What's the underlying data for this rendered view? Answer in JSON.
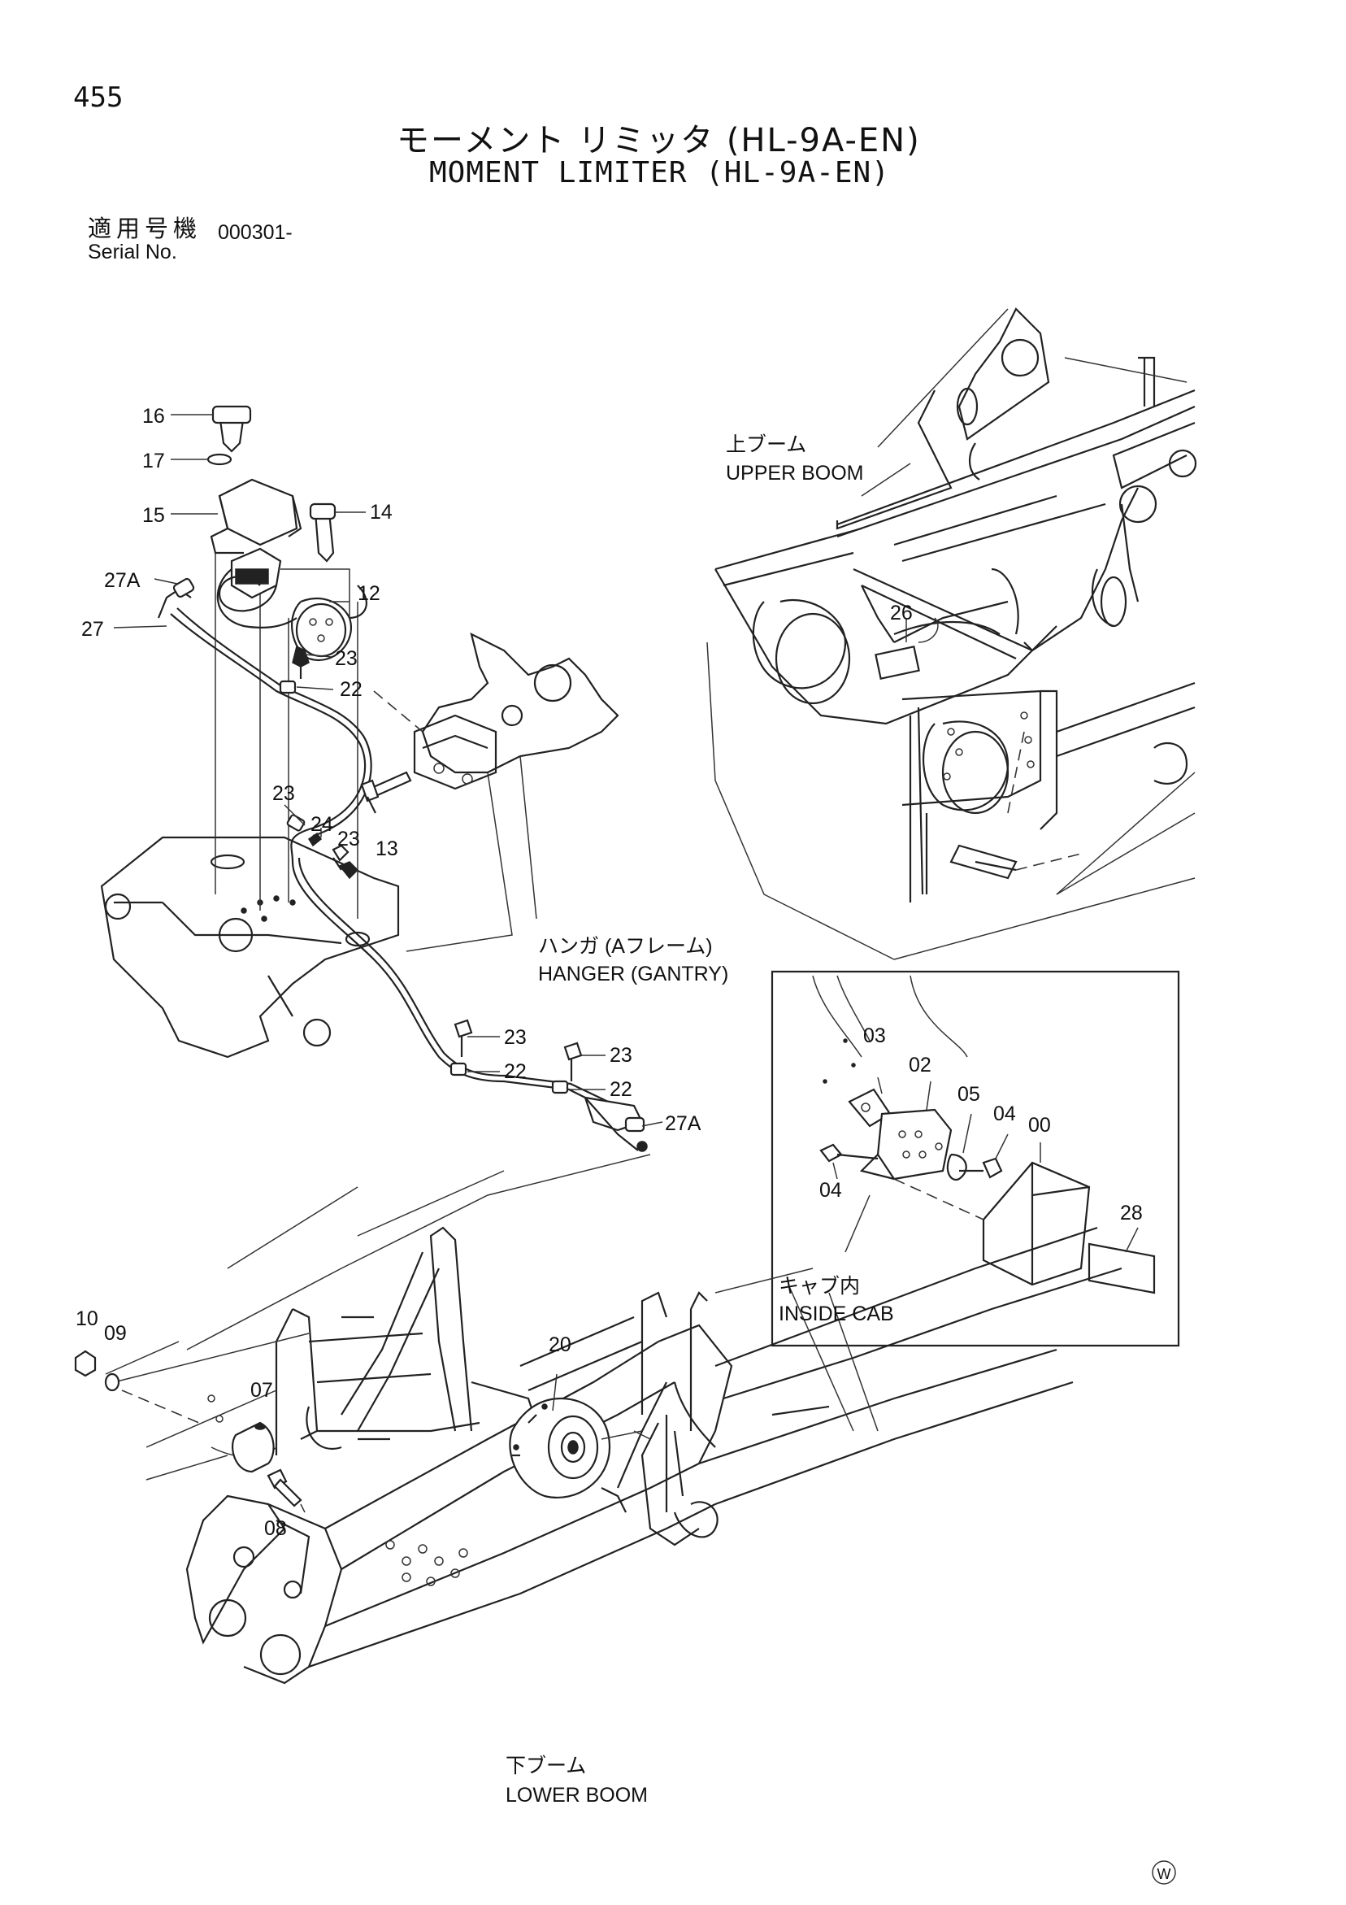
{
  "page_number": "455",
  "title_jp": "モーメント リミッタ (HL-9A-EN)",
  "title_en": "MOMENT LIMITER (HL-9A-EN)",
  "serial": {
    "label_jp": "適用号機",
    "label_en": "Serial No.",
    "value": "000301-"
  },
  "areas": {
    "upper_boom_jp": "上ブーム",
    "upper_boom_en": "UPPER BOOM",
    "hanger_jp": "ハンガ (Aフレーム)",
    "hanger_en": "HANGER (GANTRY)",
    "inside_cab_jp": "キャブ内",
    "inside_cab_en": "INSIDE CAB",
    "lower_boom_jp": "下ブーム",
    "lower_boom_en": "LOWER BOOM"
  },
  "callouts": {
    "c16": "16",
    "c17": "17",
    "c15": "15",
    "c14": "14",
    "c12": "12",
    "c27a_top": "27A",
    "c27": "27",
    "c23_a": "23",
    "c22_a": "22",
    "c23_b": "23",
    "c24": "24",
    "c23_c": "23",
    "c13": "13",
    "c23_d": "23",
    "c22_b": "22",
    "c23_e": "23",
    "c22_c": "22",
    "c27a_bottom": "27A",
    "c26": "26",
    "c03": "03",
    "c02": "02",
    "c05": "05",
    "c04_a": "04",
    "c00": "00",
    "c04_b": "04",
    "c28": "28",
    "c10": "10",
    "c09": "09",
    "c07": "07",
    "c08": "08",
    "c20": "20"
  },
  "mark": "W"
}
